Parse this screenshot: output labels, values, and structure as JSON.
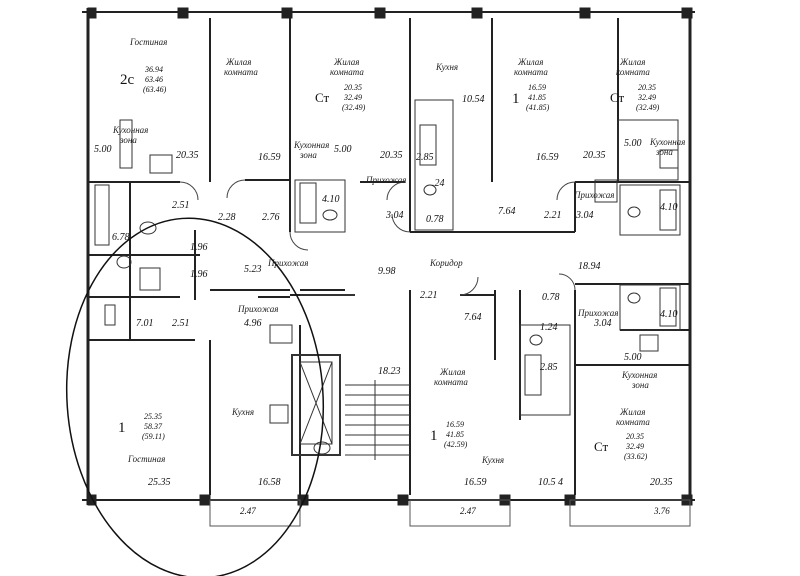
{
  "rooms": {
    "gost_top": "Гостиная",
    "zhil_1": "Жилая",
    "zhil_1b": "комната",
    "zhil_2": "Жилая",
    "zhil_2b": "комната",
    "kuhnya_top": "Кухня",
    "zhil_3": "Жилая",
    "zhil_3b": "комната",
    "zhil_4": "Жилая",
    "zhil_4b": "комната",
    "kz_1": "Кухонная",
    "kz_1b": "зона",
    "kz_2": "Кухонная",
    "kz_2b": "зона",
    "kz_3": "Кухонная",
    "kz_3b": "зона",
    "kz_4": "Кухонная",
    "kz_4b": "зона",
    "prih_1": "Прихожая",
    "prih_2": "Прихожая",
    "prih_3": "Прихожая",
    "prih_4": "Прихожая",
    "prih_5": "Прихожая",
    "koridor": "Коридор",
    "kuhnya_mid": "Кухня",
    "gost_bottom": "Гостиная",
    "zhil_5": "Жилая",
    "zhil_5b": "комната",
    "kuhnya_bot": "Кухня",
    "zhil_6": "Жилая",
    "zhil_6b": "комната"
  },
  "apartments": {
    "a1_type": "2с",
    "a1_v1": "36.94",
    "a1_v2": "63.46",
    "a1_v3": "(63.46)",
    "a2_type": "Ст",
    "a2_v1": "20.35",
    "a2_v2": "32.49",
    "a2_v3": "(32.49)",
    "a3_type": "1",
    "a3_v1": "16.59",
    "a3_v2": "41.85",
    "a3_v3": "(41.85)",
    "a4_type": "Ст",
    "a4_v1": "20.35",
    "a4_v2": "32.49",
    "a4_v3": "(32.49)",
    "a5_type": "1",
    "a5_v1": "25.35",
    "a5_v2": "58.37",
    "a5_v3": "(59.11)",
    "a6_type": "1",
    "a6_v1": "16.59",
    "a6_v2": "41.85",
    "a6_v3": "(42.59)",
    "a7_type": "Ст",
    "a7_v1": "20.35",
    "a7_v2": "32.49",
    "a7_v3": "(33.62)"
  },
  "areas": [
    "5.00",
    "20.35",
    "16.59",
    "5.00",
    "20.35",
    "10.54",
    "16.59",
    "20.35",
    "5.00",
    "2.85",
    ".24",
    "4.10",
    "4.10",
    "2.51",
    "2.28",
    "2.76",
    "3.04",
    "0.78",
    "7.64",
    "2.21",
    "3.04",
    "6.78",
    "1.96",
    "1.96",
    "5.23",
    "9.98",
    "18.94",
    "2.21",
    "0.78",
    "7.01",
    "2.51",
    "4.96",
    "7.64",
    "1.24",
    "3.04",
    "4.10",
    "18.23",
    "2.85",
    "5.00",
    "25.35",
    "16.58",
    "16.59",
    "10.5 4",
    "20.35",
    "2.47",
    "2.47",
    "3.76"
  ]
}
